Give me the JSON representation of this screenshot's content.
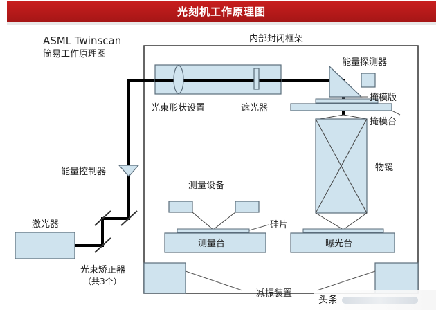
{
  "header": {
    "title": "光刻机工作原理图"
  },
  "diagram": {
    "subtitle_line1": "ASML Twinscan",
    "subtitle_line2": "简易工作原理图",
    "enclosure_label": "内部封闭框架",
    "labels": {
      "beam_shaping": "光束形状设置",
      "shutter": "遮光器",
      "energy_detector": "能量探测器",
      "reticle": "掩模版",
      "reticle_stage": "掩模台",
      "lens": "物镜",
      "energy_controller": "能量控制器",
      "measurement_equipment": "测量设备",
      "wafer": "硅片",
      "laser": "激光器",
      "measure_stage": "测量台",
      "exposure_stage": "曝光台",
      "beam_corrector_line1": "光束矫正器",
      "beam_corrector_line2": "（共3个）",
      "damping": "减振装置"
    },
    "colors": {
      "component_fill": "#cfe3ee",
      "component_stroke": "#5b6d7b",
      "beam": "#000000",
      "frame": "#333333",
      "title_bg": "#b81a1a"
    }
  },
  "watermark": {
    "text": "头条"
  }
}
